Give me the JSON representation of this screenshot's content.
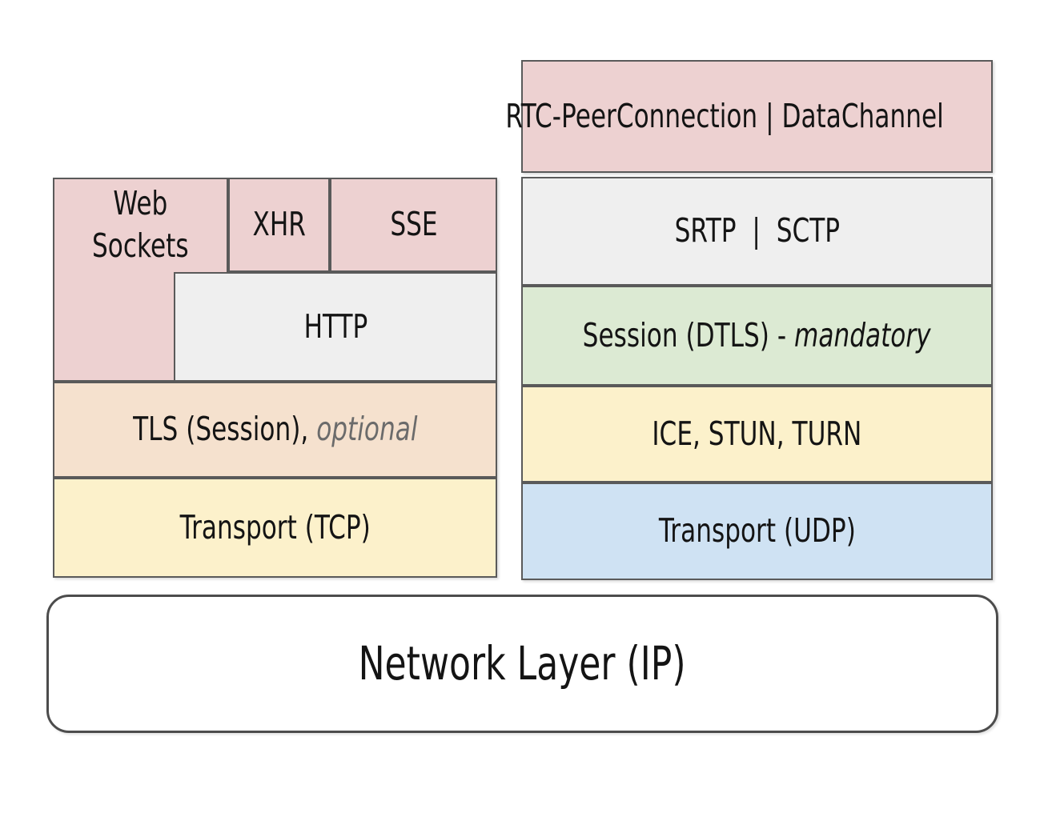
{
  "blocks": {
    "websockets": {
      "label_line1": "Web",
      "label_line2": "Sockets"
    },
    "xhr": {
      "label": "XHR"
    },
    "sse": {
      "label": "SSE"
    },
    "http": {
      "label": "HTTP"
    },
    "tls": {
      "label": "TLS (Session), ",
      "label_note": "optional"
    },
    "tcp": {
      "label": "Transport (TCP)"
    },
    "rtc": {
      "label": "RTC-PeerConnection | DataChannel"
    },
    "srtp": {
      "label": "SRTP  |  SCTP"
    },
    "dtls": {
      "label": "Session (DTLS) - ",
      "label_note": "mandatory"
    },
    "ice": {
      "label": "ICE, STUN, TURN"
    },
    "udp": {
      "label": "Transport (UDP)"
    },
    "network": {
      "label": "Network Layer (IP)"
    }
  },
  "colors": {
    "pink": "#edd1d1",
    "gray": "#efefef",
    "peach": "#f5e1ce",
    "yellow": "#fcf1cb",
    "green": "#dcead3",
    "blue": "#cfe2f3",
    "border": "#5a5a5a",
    "note_gray": "#6b6b6b"
  }
}
